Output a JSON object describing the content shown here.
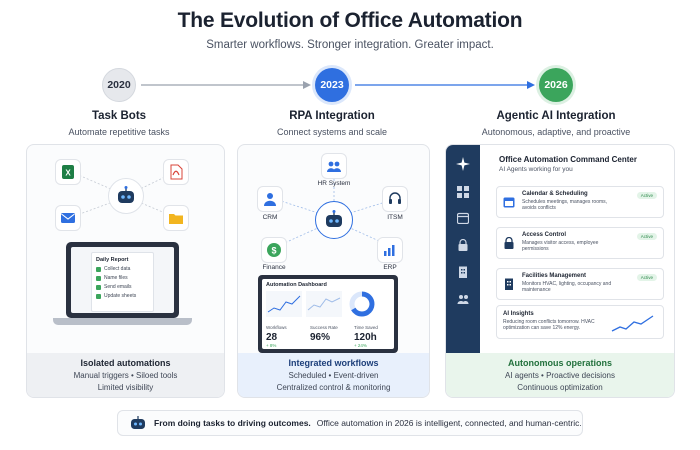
{
  "header": {
    "title": "The Evolution of Office Automation",
    "subtitle": "Smarter workflows. Stronger integration. Greater impact."
  },
  "timeline": [
    {
      "year": "2020",
      "title": "Task Bots",
      "subtitle": "Automate repetitive tasks",
      "footer_title": "Isolated automations",
      "footer_line1": "Manual triggers  •  Siloed tools",
      "footer_line2": "Limited visibility"
    },
    {
      "year": "2023",
      "title": "RPA Integration",
      "subtitle": "Connect systems and scale",
      "footer_title": "Integrated workflows",
      "footer_line1": "Scheduled  •  Event-driven",
      "footer_line2": "Centralized control & monitoring"
    },
    {
      "year": "2026",
      "title": "Agentic AI Integration",
      "subtitle": "Autonomous, adaptive, and proactive",
      "footer_title": "Autonomous operations",
      "footer_line1": "AI agents  •  Proactive decisions",
      "footer_line2": "Continuous optimization"
    }
  ],
  "panel1": {
    "report_title": "Daily Report",
    "report_items": [
      "Collect data",
      "Name files",
      "Send emails",
      "Update sheets"
    ]
  },
  "panel2": {
    "nodes": {
      "hr": "HR System",
      "crm": "CRM",
      "itsm": "ITSM",
      "finance": "Finance",
      "erp": "ERP"
    },
    "dashboard": {
      "title": "Automation Dashboard",
      "stats": [
        {
          "label": "Workflows",
          "value": "28",
          "delta": "+ 8%"
        },
        {
          "label": "Success Rate",
          "value": "96%",
          "delta": ""
        },
        {
          "label": "Time Saved",
          "value": "120h",
          "delta": "+ 24%"
        }
      ]
    }
  },
  "panel3": {
    "title": "Office Automation Command Center",
    "subtitle": "AI Agents working for you",
    "cards": [
      {
        "title": "Calendar & Scheduling",
        "desc": "Schedules meetings, manages rooms, avoids conflicts",
        "badge": "Active"
      },
      {
        "title": "Access Control",
        "desc": "Manages visitor access, employee permissions",
        "badge": "Active"
      },
      {
        "title": "Facilities Management",
        "desc": "Monitors HVAC, lighting, occupancy and maintenance",
        "badge": "Active"
      }
    ],
    "insights": {
      "title": "AI Insights",
      "desc": "Reducing room conflicts tomorrow. HVAC optimization can save 12% energy."
    }
  },
  "bottom": {
    "bold": "From doing tasks to driving outcomes.",
    "rest": "Office automation in 2026 is intelligent, connected, and human-centric."
  },
  "colors": {
    "blue": "#2f6fe0",
    "green": "#3ba55c",
    "navy": "#1f3b5f",
    "gray": "#e6e8ec"
  }
}
